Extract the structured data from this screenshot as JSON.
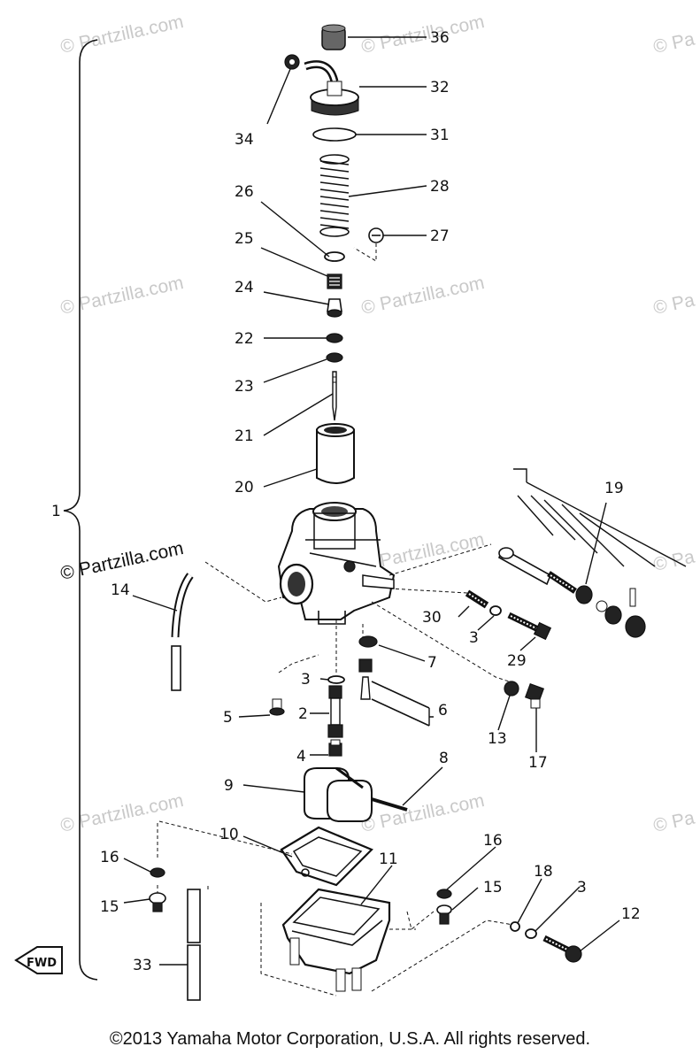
{
  "watermark": {
    "text": "© Partzilla.com",
    "partial": "© Pa"
  },
  "assembly_label": "1",
  "fwd_label": "FWD",
  "copyright": "©2013 Yamaha Motor Corporation, U.S.A. All rights reserved.",
  "parts": {
    "p36": "36",
    "p32": "32",
    "p34": "34",
    "p31": "31",
    "p28": "28",
    "p26": "26",
    "p27": "27",
    "p25": "25",
    "p24": "24",
    "p22": "22",
    "p23": "23",
    "p21": "21",
    "p20": "20",
    "p19": "19",
    "p14": "14",
    "p30": "30",
    "p3a": "3",
    "p29": "29",
    "p7": "7",
    "p3b": "3",
    "p5": "5",
    "p2": "2",
    "p6": "6",
    "p13": "13",
    "p17": "17",
    "p4": "4",
    "p8": "8",
    "p9": "9",
    "p10": "10",
    "p11": "11",
    "p16a": "16",
    "p16b": "16",
    "p18": "18",
    "p3c": "3",
    "p15a": "15",
    "p15b": "15",
    "p12": "12",
    "p33": "33"
  }
}
